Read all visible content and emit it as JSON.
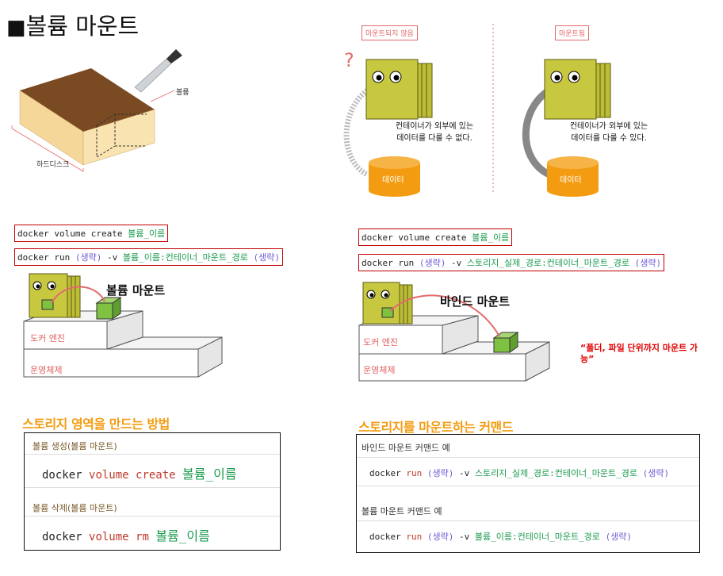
{
  "page": {
    "title": "볼륨 마운트"
  },
  "hdd_illustration": {
    "volume_label": "볼륨",
    "disk_label": "하드디스크"
  },
  "mount_compare": {
    "left": {
      "tag": "마운트되지 않음",
      "caption_line1": "컨테이너가 외부에 있는",
      "caption_line2": "데이터를 다룰 수 없다.",
      "data_label": "데이터",
      "question_mark": "?"
    },
    "right": {
      "tag": "마운트됨",
      "caption_line1": "컨테이너가 외부에 있는",
      "caption_line2": "데이터를 다룰 수 있다.",
      "data_label": "데이터"
    }
  },
  "volume_section": {
    "cmd1": {
      "base": "docker volume create",
      "arg": "볼륨_이름"
    },
    "cmd2": {
      "base": "docker run",
      "opt1": "(생략)",
      "flag": "-v",
      "arg": "볼륨_이름:컨테이너_마운트_경로",
      "opt2": "(생략)"
    },
    "diagram": {
      "label": "볼륨 마운트",
      "engine": "도커 엔진",
      "os": "운영체제"
    }
  },
  "bind_section": {
    "cmd1": {
      "base": "docker volume create",
      "arg": "볼륨_이름"
    },
    "cmd2": {
      "base": "docker run",
      "opt1": "(생략)",
      "flag": "-v",
      "arg": "스토리지_실제_경로:컨테이너_마운트_경로",
      "opt2": "(생략)"
    },
    "diagram": {
      "label": "바인드 마운트",
      "engine": "도커 엔진",
      "os": "운영체제",
      "note": "“폴더, 파일 단위까지 마운트 가능”"
    }
  },
  "storage_create": {
    "heading": "스토리지 영역을 만드는 방법",
    "row1_label": "볼륨 생성(볼륨 마운트)",
    "row1_cmd": {
      "base": "docker",
      "kw": "volume create",
      "arg": "볼륨_이름"
    },
    "row2_label": "볼륨 삭제(볼륨 마운트)",
    "row2_cmd": {
      "base": "docker",
      "kw": "volume rm",
      "arg": "볼륨_이름"
    }
  },
  "storage_mount": {
    "heading": "스토리지를 마운트하는 커맨드",
    "row1_label": "바인드 마운트 커맨드 예",
    "row1_cmd": {
      "base": "docker",
      "kw": "run",
      "opt1": "(생략)",
      "flag": "-v",
      "arg": "스토리지_실제_경로:컨테이너_마운트_경로",
      "opt2": "(생략)"
    },
    "row2_label": "볼륨 마운트 커맨드 예",
    "row2_cmd": {
      "base": "docker",
      "kw": "run",
      "opt1": "(생략)",
      "flag": "-v",
      "arg": "볼륨_이름:컨테이너_마운트_경로",
      "opt2": "(생략)"
    }
  },
  "colors": {
    "red_border": "#c00000",
    "keyword": "#c0392b",
    "arg": "#1d9b50",
    "paren": "#6b5cd6",
    "heading": "#f39c12",
    "container_olive": "#c8c840",
    "data_orange": "#f39c12",
    "volume_green": "#7fc241"
  }
}
